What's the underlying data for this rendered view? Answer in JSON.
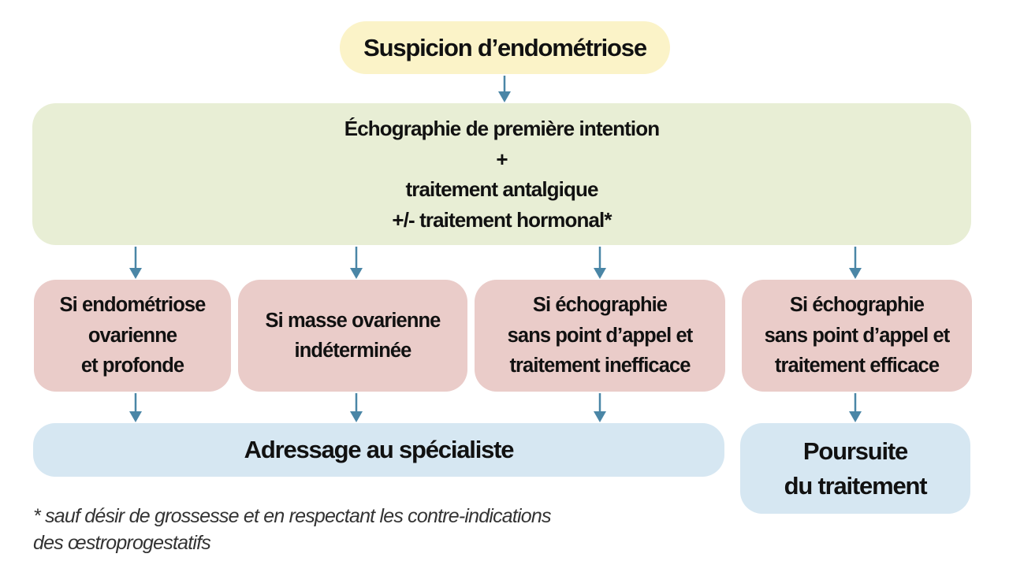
{
  "diagram": {
    "colors": {
      "arrow": "#4a86a6",
      "top_box": "#fbf3c8",
      "first_line_box": "#e8eed5",
      "condition_box": "#eaccc9",
      "outcome_box": "#d6e7f2"
    },
    "top": {
      "label": "Suspicion d’endométriose"
    },
    "first_line": {
      "lines": [
        "Échographie de première intention",
        "+",
        "traitement antalgique",
        "+/- traitement hormonal*"
      ]
    },
    "conditions": [
      {
        "lines": [
          "Si endométriose",
          "ovarienne",
          "et profonde"
        ]
      },
      {
        "lines": [
          "Si masse ovarienne",
          "indéterminée"
        ]
      },
      {
        "lines": [
          "Si échographie",
          "sans point d’appel et",
          "traitement inefficace"
        ]
      },
      {
        "lines": [
          "Si échographie",
          "sans point d’appel et",
          "traitement efficace"
        ]
      }
    ],
    "outcomes": {
      "specialist": {
        "lines": [
          "Adressage au spécialiste"
        ]
      },
      "continue": {
        "lines": [
          "Poursuite",
          "du traitement"
        ]
      }
    },
    "footnote": {
      "lines": [
        "* sauf désir de grossesse et en respectant les contre-indications",
        "des œstroprogestatifs"
      ]
    }
  }
}
